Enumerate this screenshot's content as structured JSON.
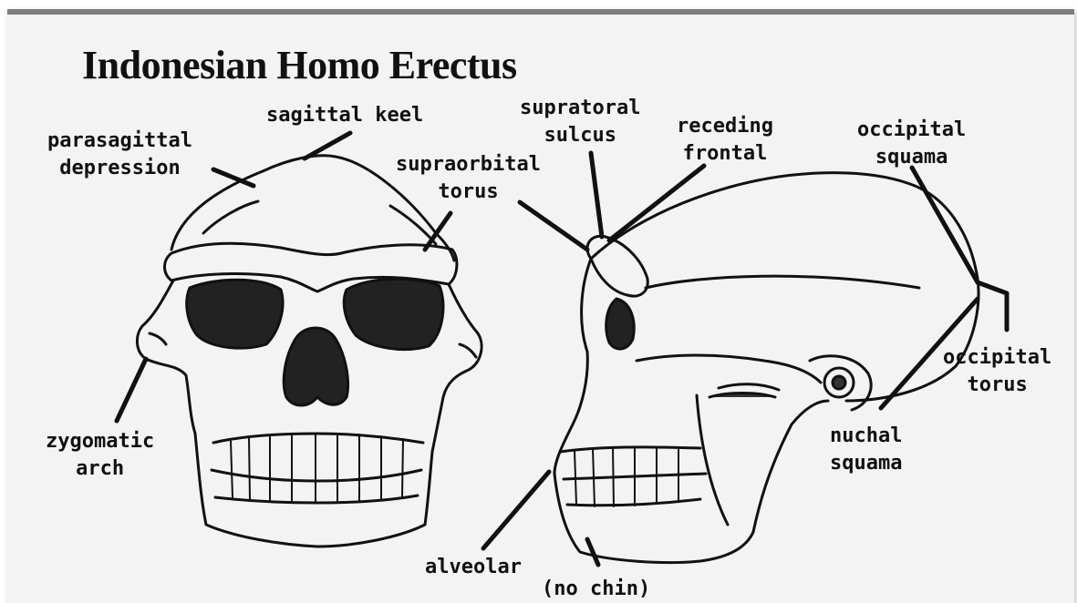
{
  "title": "Indonesian Homo Erectus",
  "labels": {
    "sagittal_keel": "sagittal keel",
    "parasagittal_1": "parasagittal",
    "parasagittal_2": "depression",
    "supraorbital_1": "supraorbital",
    "supraorbital_2": "torus",
    "supratoral_1": "supratoral",
    "supratoral_2": "sulcus",
    "receding_1": "receding",
    "receding_2": "frontal",
    "occipital_squama_1": "occipital",
    "occipital_squama_2": "squama",
    "occipital_torus_1": "occipital",
    "occipital_torus_2": "torus",
    "nuchal_1": "nuchal",
    "nuchal_2": "squama",
    "zygomatic_1": "zygomatic",
    "zygomatic_2": "arch",
    "alveolar": "alveolar",
    "no_chin": "(no chin)"
  },
  "colors": {
    "ink": "#111111",
    "paper": "#f3f3f3",
    "frame": "#7e7e7e"
  }
}
